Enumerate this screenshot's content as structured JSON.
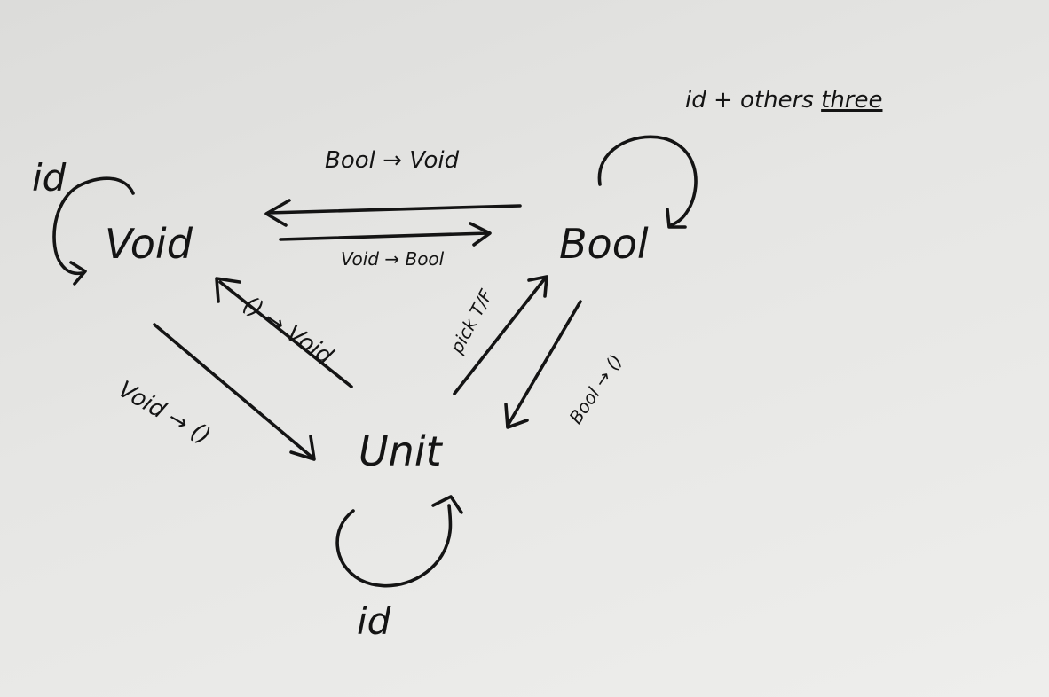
{
  "nodes": {
    "void": "Void",
    "bool": "Bool",
    "unit": "Unit"
  },
  "loops": {
    "void": "id",
    "unit": "id",
    "bool_prefix": "id + others",
    "bool_emphasis": "three"
  },
  "edges": {
    "bool_to_void": "Bool → Void",
    "void_to_bool": "Void → Bool",
    "unit_to_void": "() → Void",
    "void_to_unit": "Void → ()",
    "unit_to_bool": "pick T/F",
    "bool_to_unit": "Bool → ()"
  }
}
